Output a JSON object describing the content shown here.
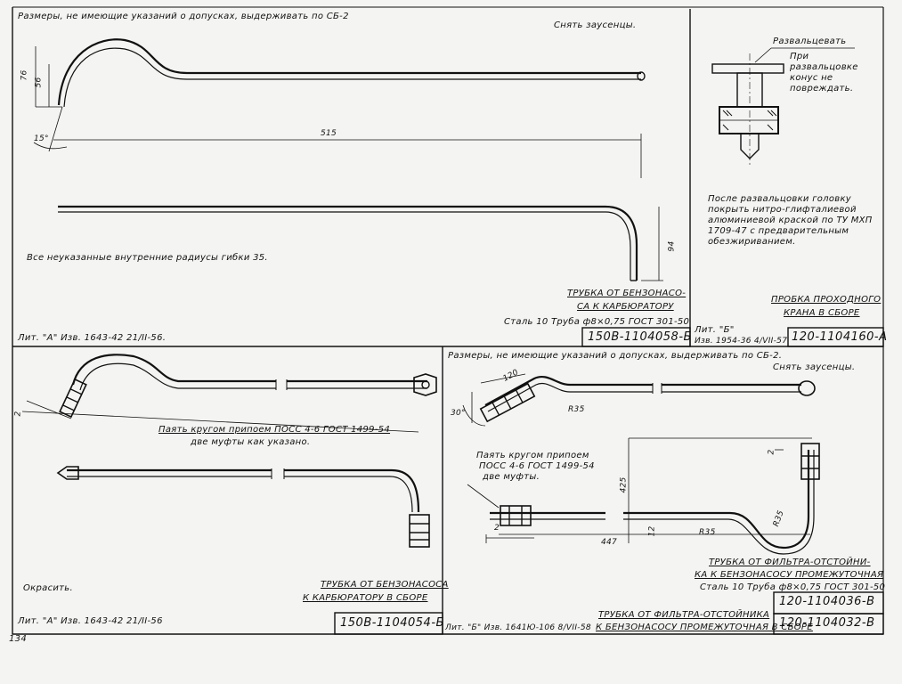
{
  "page_number": "134",
  "section_a": {
    "note_tolerances": "Размеры, не имеющие указаний о допусках, выдерживать по СБ-2",
    "note_deburr": "Снять заусенцы.",
    "note_radii": "Все    неуказанные внутренние радиусы гибки 35.",
    "dim_76": "76",
    "dim_56": "56",
    "dim_15deg": "15°",
    "dim_515": "515",
    "dim_94": "94",
    "title_line1": "ТРУБКА ОТ БЕНЗОНАСО-",
    "title_line2": "СА К КАРБЮРАТОРУ",
    "material": "Сталь 10 Труба ф8×0,75 ГОСТ 301-50",
    "revision": "Лит. \"А\" Изв. 1643-42  21/II-56.",
    "part_number": "150В-1104058-Б"
  },
  "section_b": {
    "note_flare": "Развальцевать",
    "note_cone": "При развальцовке конус не повреждать.",
    "note_paint": "После развальцовки головку покрыть нитро-глифталиевой алюминиевой краской по ТУ МХП 1709-47 с предварительным обезжириванием.",
    "title_line1": "ПРОБКА ПРОХОДНОГО",
    "title_line2": "КРАНА В СБОРЕ",
    "revision_line1": "Лит. \"Б\"",
    "revision_line2": "Изв. 1954-36  4/VII-57",
    "part_number": "120-1104160-А"
  },
  "section_c": {
    "dim_2": "2",
    "note_solder": "Паять кругом припоем ПОСС 4-6 ГОСТ 1499-54",
    "note_couplings": "две муфты как указано.",
    "note_paint": "Окрасить.",
    "title_line1": "ТРУБКА ОТ БЕНЗОНАСОСА",
    "title_line2": "К КАРБЮРАТОРУ В СБОРЕ",
    "revision": "Лит. \"А\" Изв. 1643-42  21/II-56",
    "part_number": "150В-1104054-Б"
  },
  "section_d": {
    "note_tolerances": "Размеры, не имеющие указаний о допусках, выдерживать по СБ-2.",
    "note_deburr": "Снять заусенцы.",
    "dim_120": "120",
    "dim_30deg": "30°",
    "dim_r35a": "R35",
    "note_solder1": "Паять кругом припоем",
    "note_solder2": "ПОСС 4-6 ГОСТ 1499-54",
    "note_solder3": "две муфты.",
    "dim_425": "425",
    "dim_2a": "2",
    "dim_2b": "2",
    "dim_r35b": "R35",
    "dim_r35c": "R35",
    "dim_12": "12",
    "dim_447": "447",
    "title1_line1": "ТРУБКА ОТ ФИЛЬТРА-ОТСТОЙНИ-",
    "title1_line2": "КА К БЕНЗОНАСОСУ ПРОМЕЖУТОЧНАЯ",
    "material": "Сталь 10 Труба ф8×0,75 ГОСТ 301-50",
    "part_number_1": "120-1104036-В",
    "revision": "Лит. \"Б\" Изв. 1641Ю-106  8/VII-58",
    "title2_line1": "ТРУБКА ОТ ФИЛЬТРА-ОТСТОЙНИКА",
    "title2_line2": "К БЕНЗОНАСОСУ ПРОМЕЖУТОЧНАЯ В СБОРЕ",
    "part_number_2": "120-1104032-В"
  },
  "colors": {
    "paper": "#f4f4f2",
    "ink": "#111111"
  }
}
